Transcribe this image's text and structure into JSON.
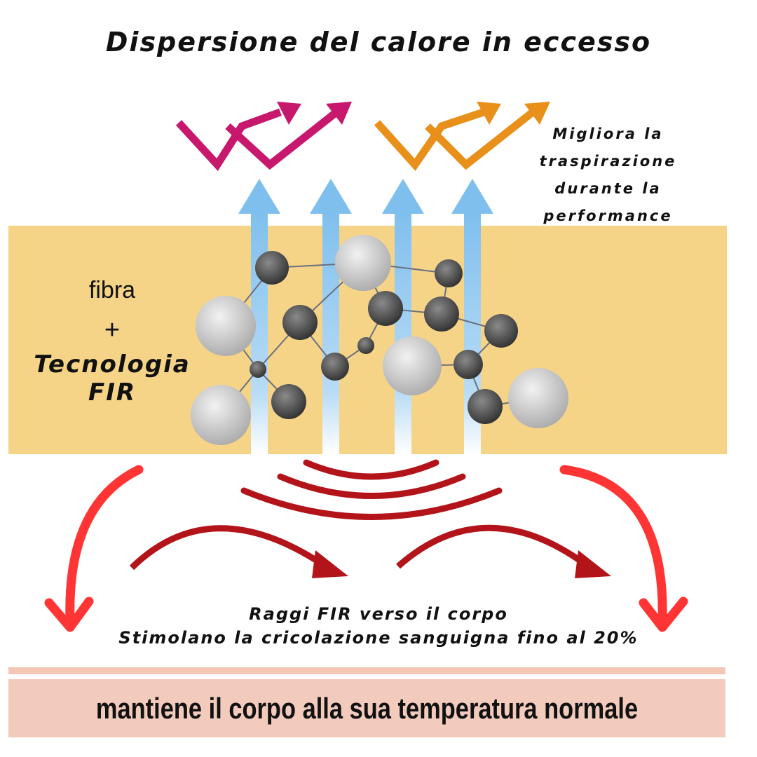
{
  "title": "Dispersione del calore in eccesso",
  "side_text": [
    "Migliora la",
    "traspirazione",
    "durante la",
    "performance"
  ],
  "fiber_label": {
    "line1": "fibra",
    "line2": "+",
    "line3": "Tecnologia FIR"
  },
  "rays_text": {
    "line1": "Raggi FIR verso il corpo",
    "line2": "Stimolano la cricolazione sanguigna fino al 20%"
  },
  "bottom_banner": "mantiene il corpo alla sua temperatura normale",
  "colors": {
    "fabric": "#f5d488",
    "blue_arrow": "#8cc6ee",
    "magenta": "#c8186e",
    "orange": "#e8901a",
    "dark_red": "#b3141a",
    "bright_red": "#ff3434",
    "banner": "#f3cbbd"
  }
}
